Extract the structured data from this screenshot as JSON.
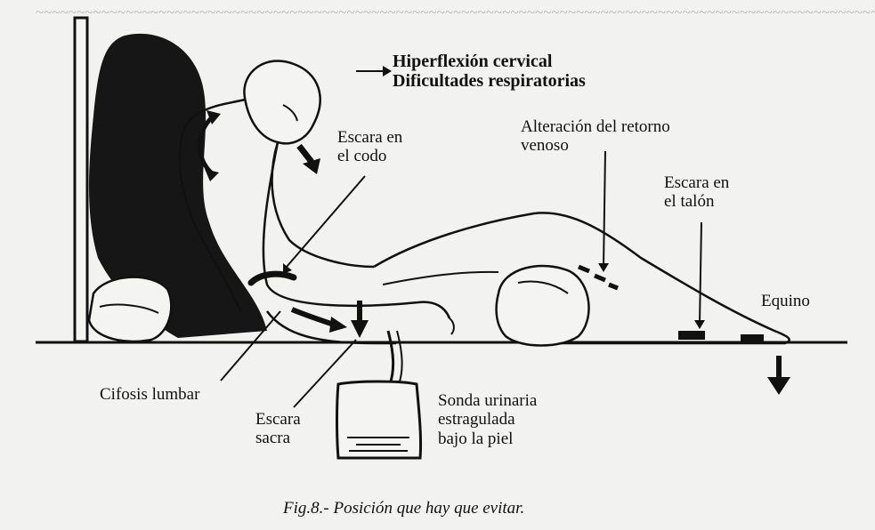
{
  "labels": {
    "hyperflexion": [
      "Hiperflexión cervical",
      "Dificultades respiratorias"
    ],
    "escara_codo": [
      "Escara en",
      "el codo"
    ],
    "retorno_venoso": [
      "Alteración del retorno",
      "venoso"
    ],
    "escara_talon": [
      "Escara en",
      "el talón"
    ],
    "equino": "Equino",
    "cifosis": "Cifosis lumbar",
    "escara_sacra": [
      "Escara",
      "sacra"
    ],
    "sonda": [
      "Sonda urinaria",
      "estragulada",
      "bajo la piel"
    ]
  },
  "caption": "Fig.8.- Posición que hay que evitar.",
  "colors": {
    "ink": "#111111",
    "paper": "#f2f2f0",
    "bleed": "#8a8a88"
  }
}
